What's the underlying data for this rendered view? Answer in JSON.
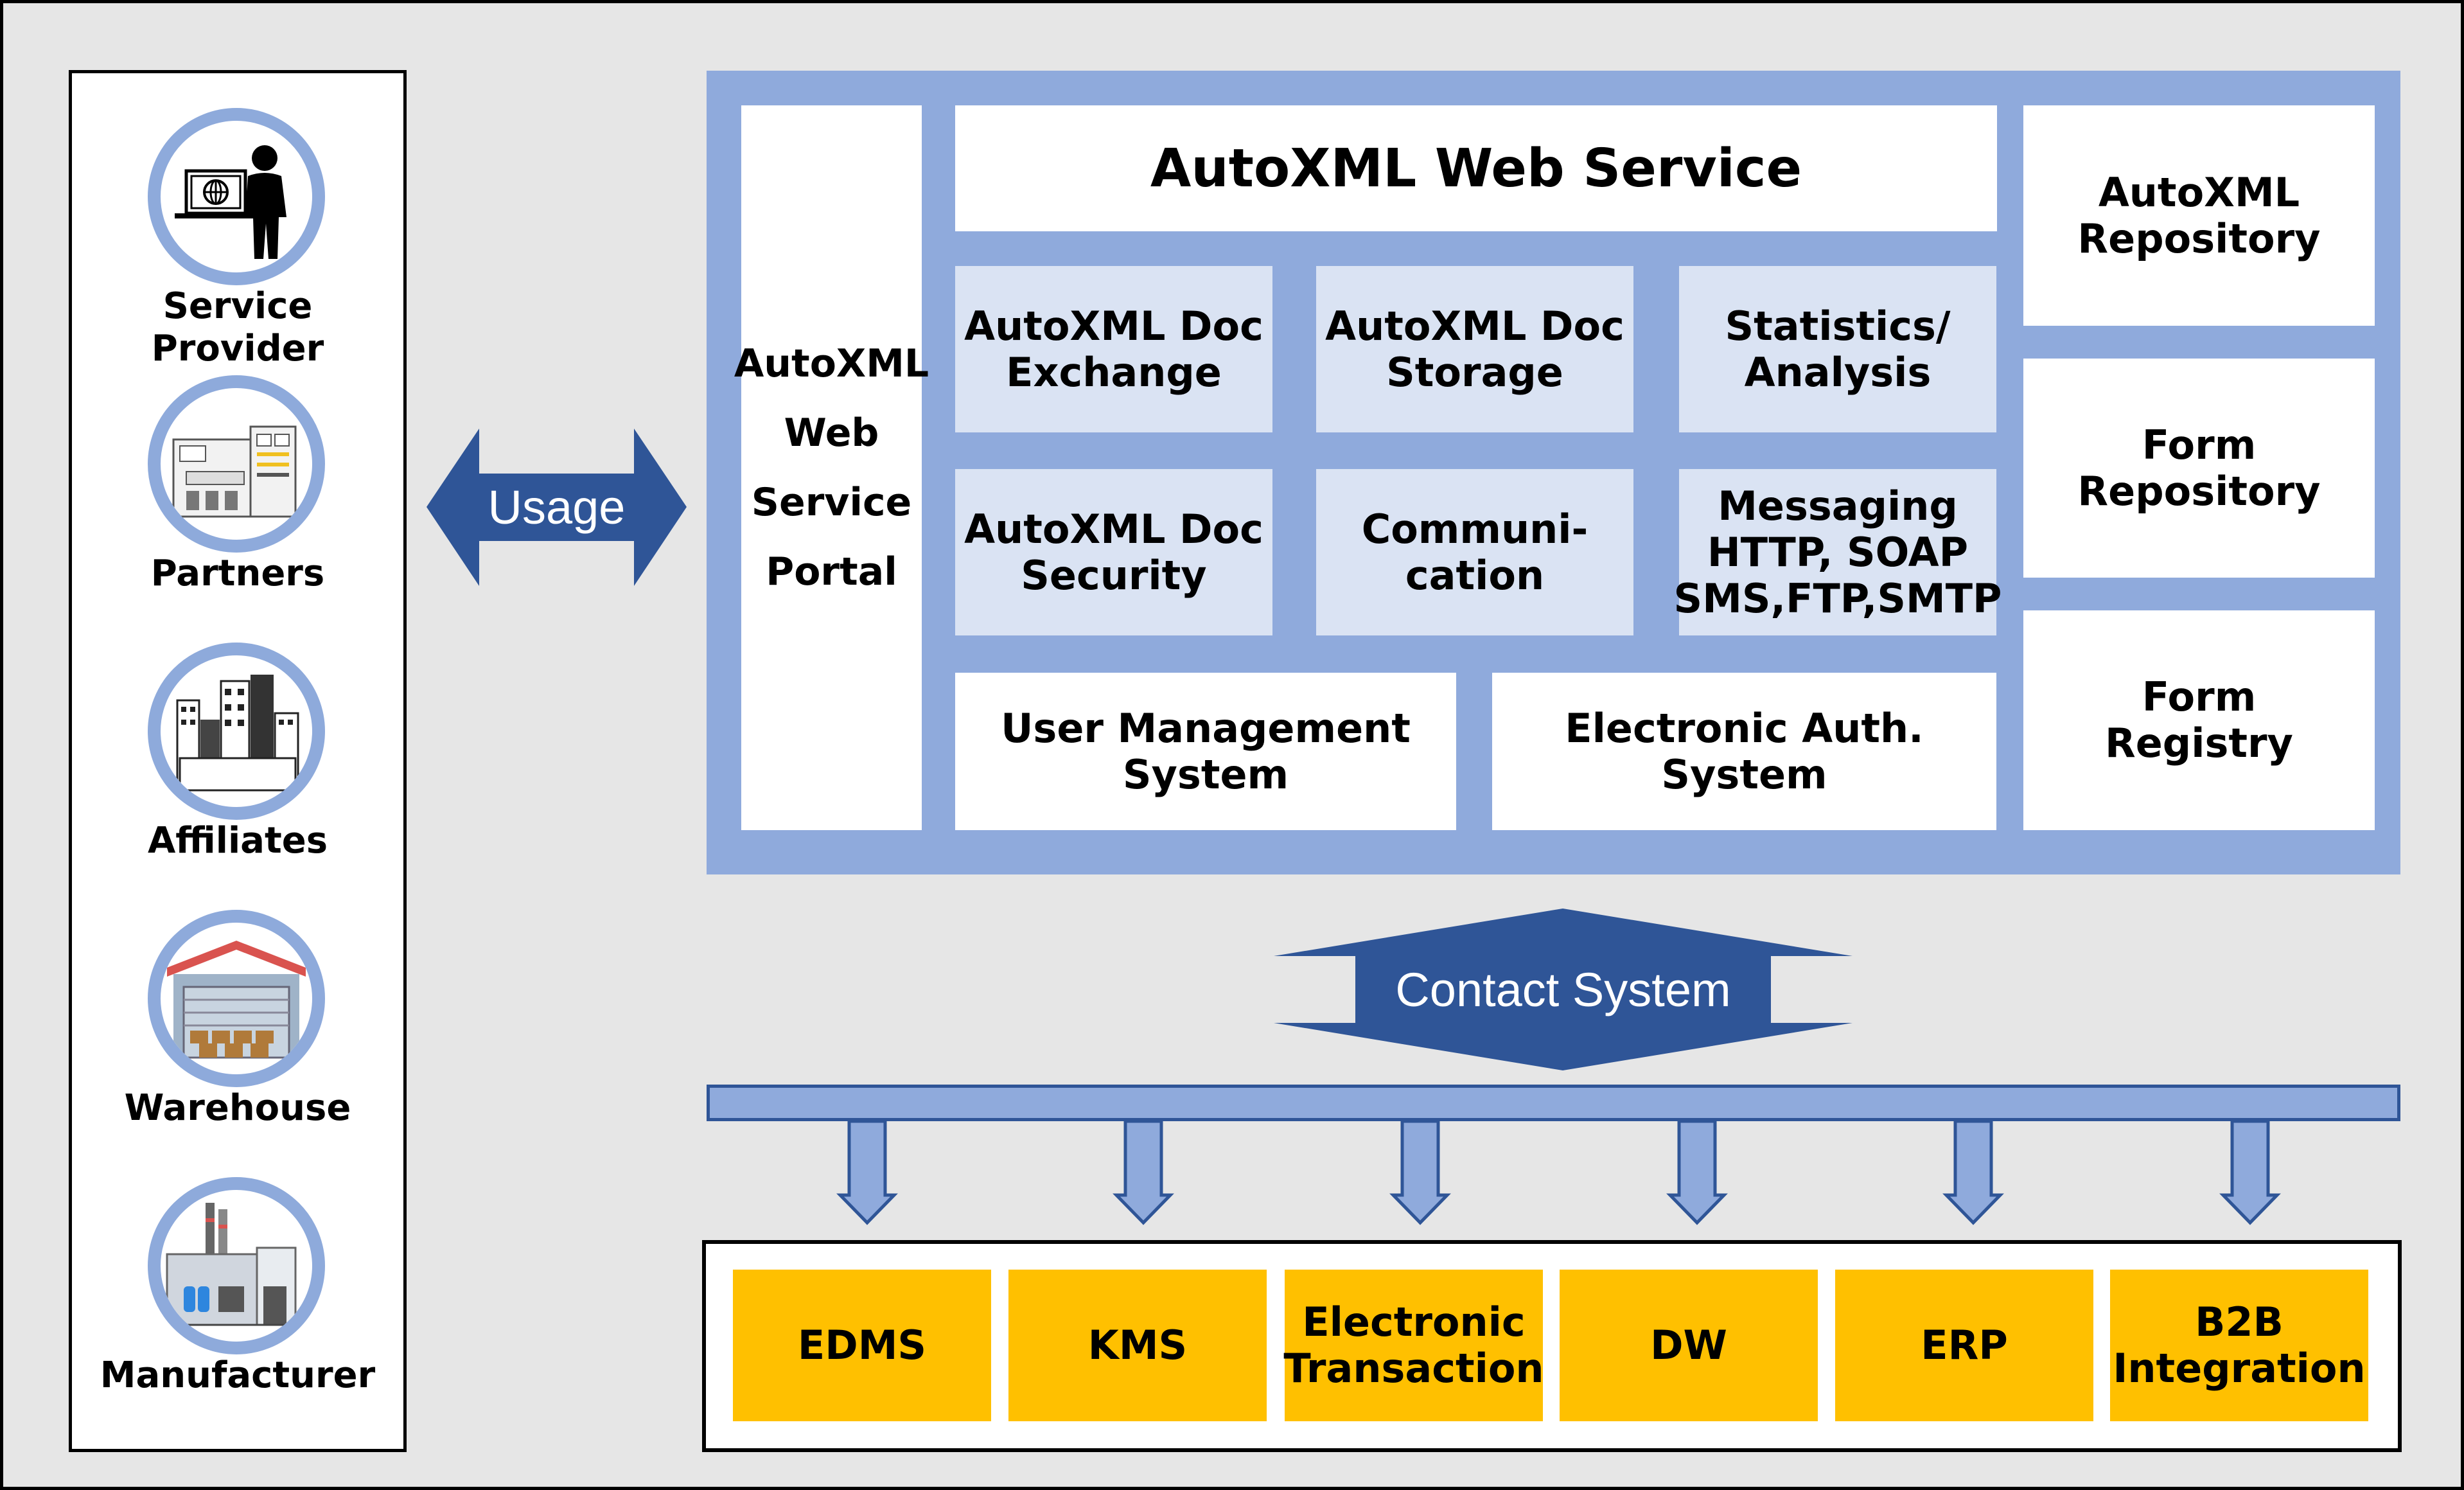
{
  "actors": [
    {
      "label": "Service Provider",
      "icon": "service-provider-icon"
    },
    {
      "label": "Partners",
      "icon": "partners-building-icon"
    },
    {
      "label": "Affiliates",
      "icon": "affiliates-city-icon"
    },
    {
      "label": "Warehouse",
      "icon": "warehouse-icon"
    },
    {
      "label": "Manufacturer",
      "icon": "factory-icon"
    }
  ],
  "usage_label": "Usage",
  "service": {
    "portal": "AutoXML\nWeb\nService\nPortal",
    "title": "AutoXML Web Service",
    "modules": [
      "AutoXML Doc\nExchange",
      "AutoXML Doc\nStorage",
      "Statistics/\nAnalysis",
      "AutoXML Doc\nSecurity",
      "Communi-\ncation",
      "Messaging\nHTTP, SOAP\nSMS,FTP,SMTP"
    ],
    "user_mgmt": "User Management\nSystem",
    "auth": "Electronic Auth. System",
    "repositories": [
      "AutoXML\nRepository",
      "Form\nRepository",
      "Form\nRegistry"
    ]
  },
  "contact_label": "Contact System",
  "systems": [
    "EDMS",
    "KMS",
    "Electronic\nTransaction",
    "DW",
    "ERP",
    "B2B\nIntegration"
  ],
  "colors": {
    "accent_blue": "#2f5597",
    "light_blue": "#8faadc",
    "pale_blue": "#dae3f3",
    "system_yellow": "#ffc000"
  }
}
